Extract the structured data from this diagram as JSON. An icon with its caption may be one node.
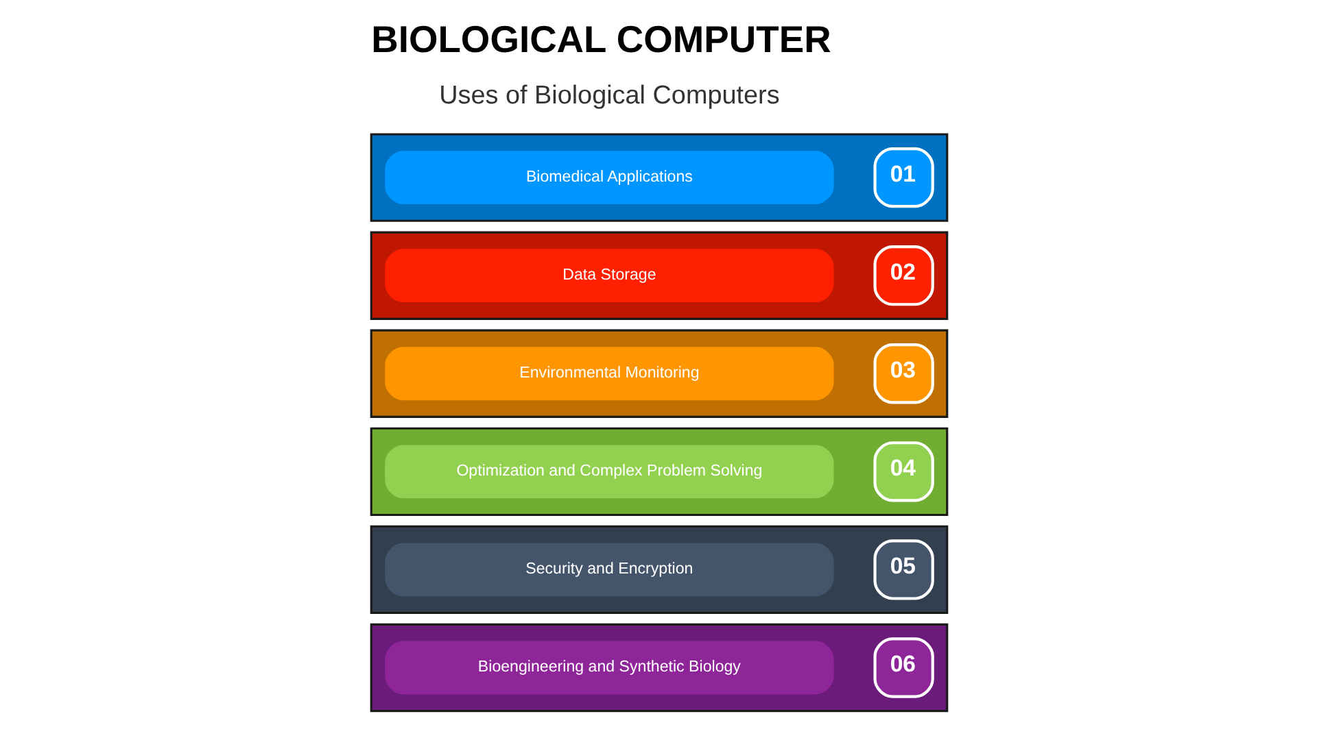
{
  "diagram": {
    "title": "BIOLOGICAL COMPUTER",
    "nodes": [
      {
        "text": [],
        "shape": "box"
      },
      {
        "text": [
          "01"
        ],
        "in": 0
      },
      {
        "text": [
          "Biomedical Applications"
        ],
        "in": 0
      },
      {
        "text": [],
        "shape": "box"
      },
      {
        "text": [
          "02"
        ],
        "in": 3
      },
      {
        "text": [
          "Data Storage"
        ],
        "in": 3
      },
      {
        "text": [],
        "shape": "box"
      },
      {
        "text": [
          "03"
        ],
        "in": 6
      },
      {
        "text": [
          "Environmental Monitoring"
        ],
        "in": 6
      },
      {
        "text": [],
        "shape": "box"
      },
      {
        "text": [
          "04"
        ],
        "in": 9
      },
      {
        "text": [
          "Optimization and Complex Problem Solving"
        ],
        "in": 9
      },
      {
        "text": [],
        "shape": "box"
      },
      {
        "text": [
          "05"
        ],
        "in": 12
      },
      {
        "text": [
          "Security and Encryption"
        ],
        "in": 12
      },
      {
        "text": [],
        "shape": "box"
      },
      {
        "text": [
          "06"
        ],
        "in": 15
      },
      {
        "text": [
          "Bioengineering and Synthetic Biology"
        ],
        "in": 15
      }
    ],
    "labels": [
      "Uses of Biological Computers"
    ]
  }
}
